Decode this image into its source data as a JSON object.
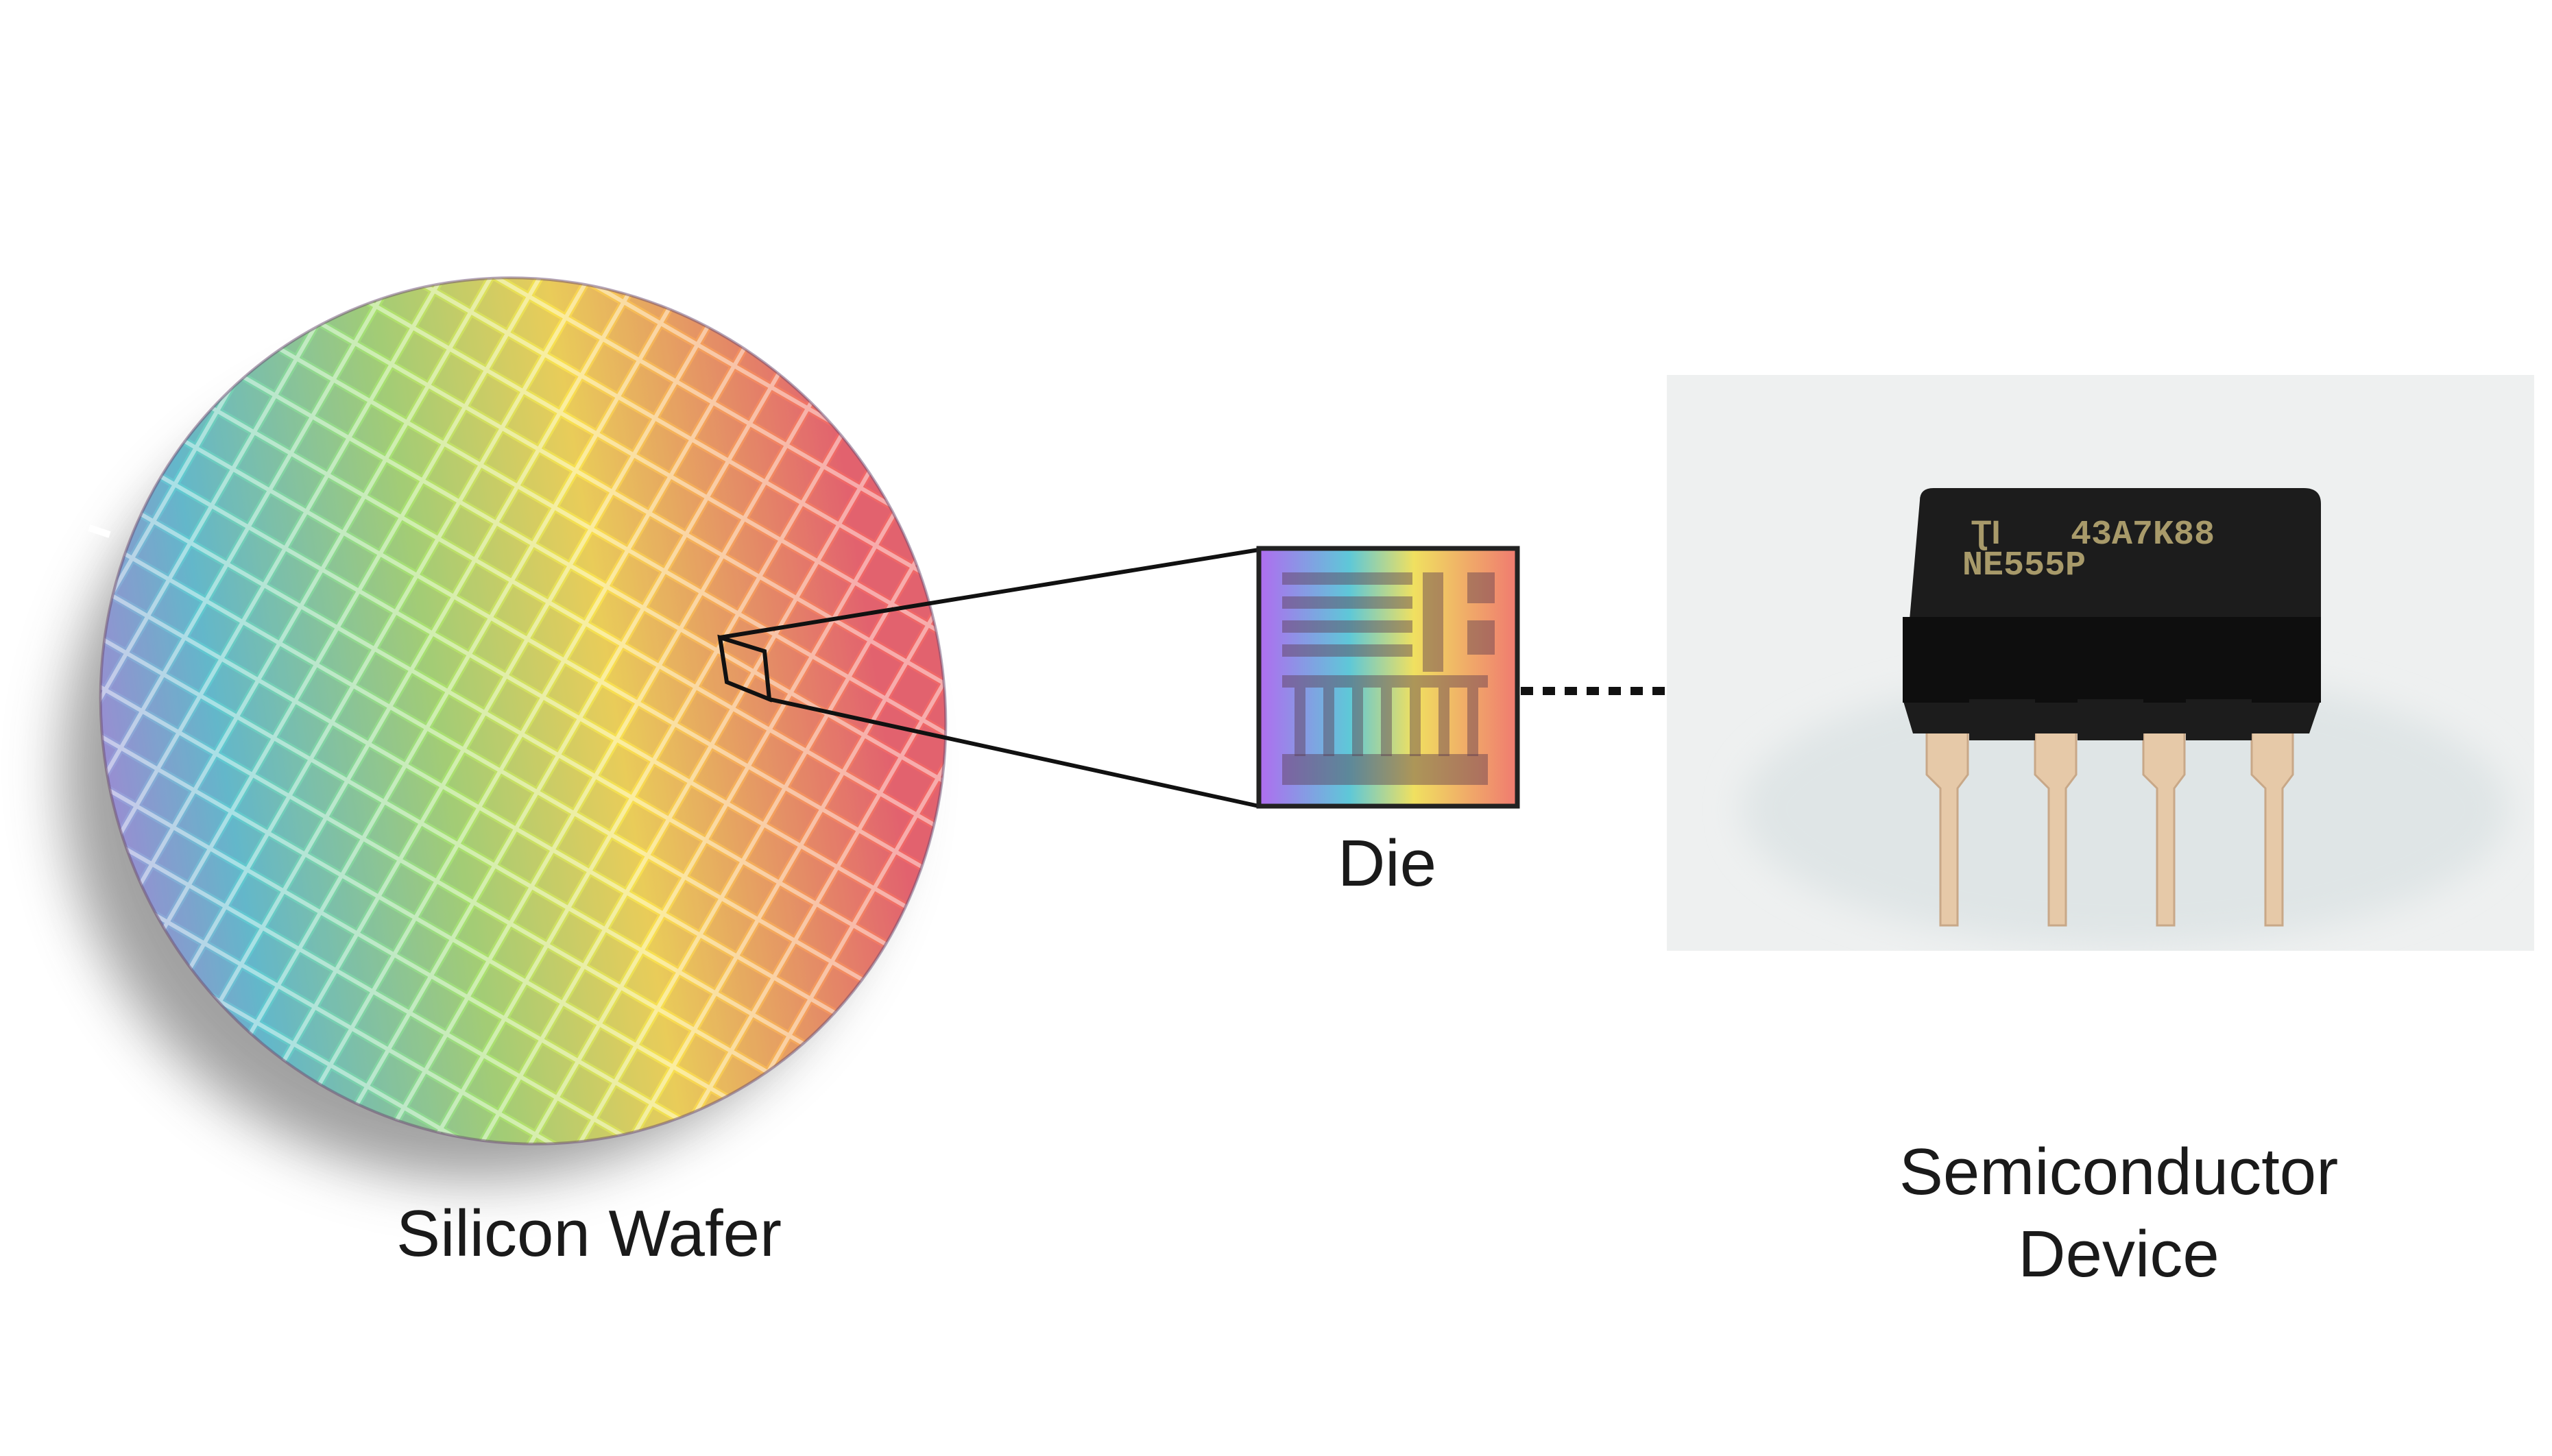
{
  "labels": {
    "wafer": "Silicon Wafer",
    "die": "Die",
    "device_line1": "Semiconductor",
    "device_line2": "Device"
  },
  "chip_markings": {
    "line1": "43A7K88",
    "line2": "NE555P"
  },
  "colors": {
    "gradient": [
      "#b06cf0",
      "#5ec8d8",
      "#f0e060",
      "#f07a70"
    ],
    "chip_body": "#1c1c1c",
    "pins": "#e6c9a8",
    "photo_bg": "#eef0f0"
  }
}
